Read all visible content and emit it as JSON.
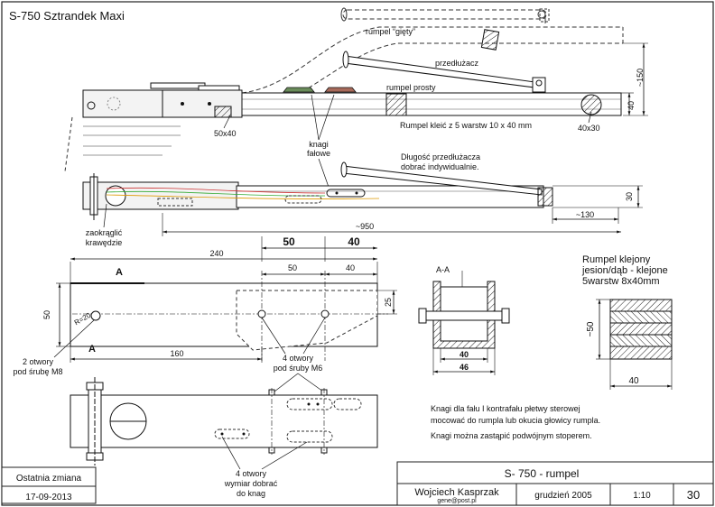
{
  "title": "S-750 Sztrandek Maxi",
  "labels": {
    "rumpel_giety": "rumpel “gięty”",
    "przedluzacz": "przedłużacz",
    "rumpel_prosty": "rumpel prosty",
    "rumpel_kleic": "Rumpel kleić z 5 warstw 10 x 40 mm",
    "dim_50x40": "50x40",
    "dim_40x30": "40x30",
    "knagi_line1": "knagi",
    "knagi_line2": "fałowe",
    "dlugosc_line1": "Długość przedłużacza",
    "dlugosc_line2": "dobrać indywidualnie.",
    "zaokraglic_line1": "zaokrąglić",
    "zaokraglic_line2": "krawędzie",
    "otwory_m8_line1": "2 otwory",
    "otwory_m8_line2": "pod śrubę M8",
    "otwory_m6_line1": "4 otwory",
    "otwory_m6_line2": "pod śruby M6",
    "otwory_knag_line1": "4 otwory",
    "otwory_knag_line2": "wymiar dobrać",
    "otwory_knag_line3": "do knag",
    "section_aa": "A-A",
    "section_a": "A",
    "r20": "R=20",
    "laminate_line1": "Rumpel klejony",
    "laminate_line2": "jesion/dąb - klejone",
    "laminate_line3": "5warstw  8x40mm",
    "notes": [
      "Knagi dla fału I kontrafału płetwy sterowej",
      "mocować do rumpla lub okucia głowicy rumpla.",
      "Knagi można zastąpić podwójnym stoperem."
    ]
  },
  "dimensions": {
    "d150": "~150",
    "d40": "40",
    "d30": "30",
    "d130": "~130",
    "d950": "~950",
    "d240": "240",
    "d50_bold": "50",
    "d40_bold": "40",
    "d50": "50",
    "d40b": "40",
    "d25": "25",
    "d50_height": "50",
    "d160": "160",
    "d40_section": "40",
    "d46_section": "46",
    "d50_lam": "~50",
    "d40_lam": "40"
  },
  "title_block": {
    "last_change_label": "Ostatnia zmiana",
    "last_change_date": "17-09-2013",
    "drawing_title": "S- 750 - rumpel",
    "author": "Wojciech Kasprzak",
    "email": "gene@post.pl",
    "date": "grudzień 2005",
    "scale": "1:10",
    "sheet_number": "30"
  }
}
